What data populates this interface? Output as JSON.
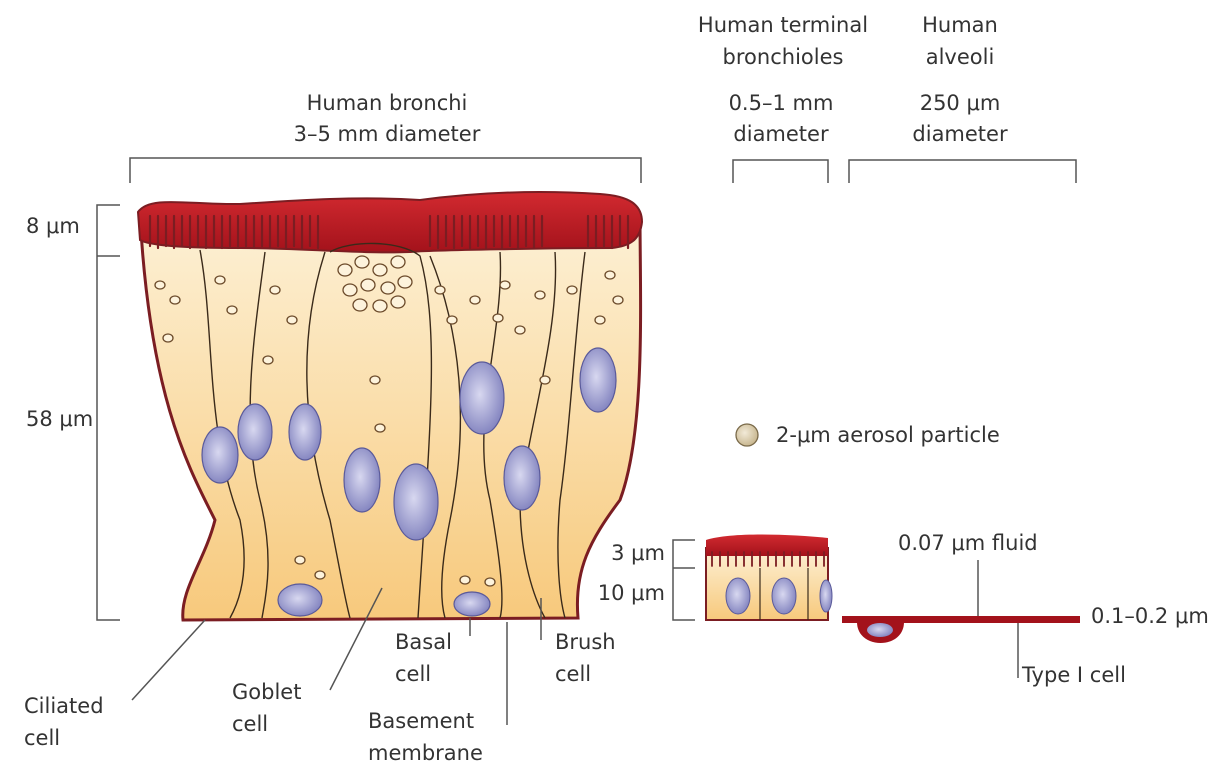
{
  "columns": {
    "bronchi": {
      "title": "Human bronchi",
      "diameter": "3–5 mm diameter"
    },
    "bronchioles": {
      "title_line1": "Human terminal",
      "title_line2": "bronchioles",
      "size_line1": "0.5–1 mm",
      "size_line2": "diameter"
    },
    "alveoli": {
      "title_line1": "Human",
      "title_line2": "alveoli",
      "size_line1": "250 μm",
      "size_line2": "diameter"
    }
  },
  "measurements": {
    "bronchi_mucus": "8 μm",
    "bronchi_epithelium": "58 μm",
    "bronchioles_mucus": "3 μm",
    "bronchioles_epithelium": "10 μm",
    "alveoli_fluid": "0.07 μm fluid",
    "alveoli_cell": "0.1–0.2 μm"
  },
  "particle": {
    "label": "2-μm aerosol particle"
  },
  "cell_labels": {
    "ciliated": [
      "Ciliated",
      "cell"
    ],
    "goblet": [
      "Goblet",
      "cell"
    ],
    "basal": [
      "Basal",
      "cell"
    ],
    "basement": [
      "Basement",
      "membrane"
    ],
    "brush": [
      "Brush",
      "cell"
    ],
    "type1": "Type I cell"
  },
  "colors": {
    "mucus": "#c4202a",
    "cell_fill": "#fbdfa9",
    "cell_outline": "#7b1d22",
    "nucleus": "#8e8fc6",
    "guide_line": "#555555",
    "particle": "#d8cbb0"
  }
}
